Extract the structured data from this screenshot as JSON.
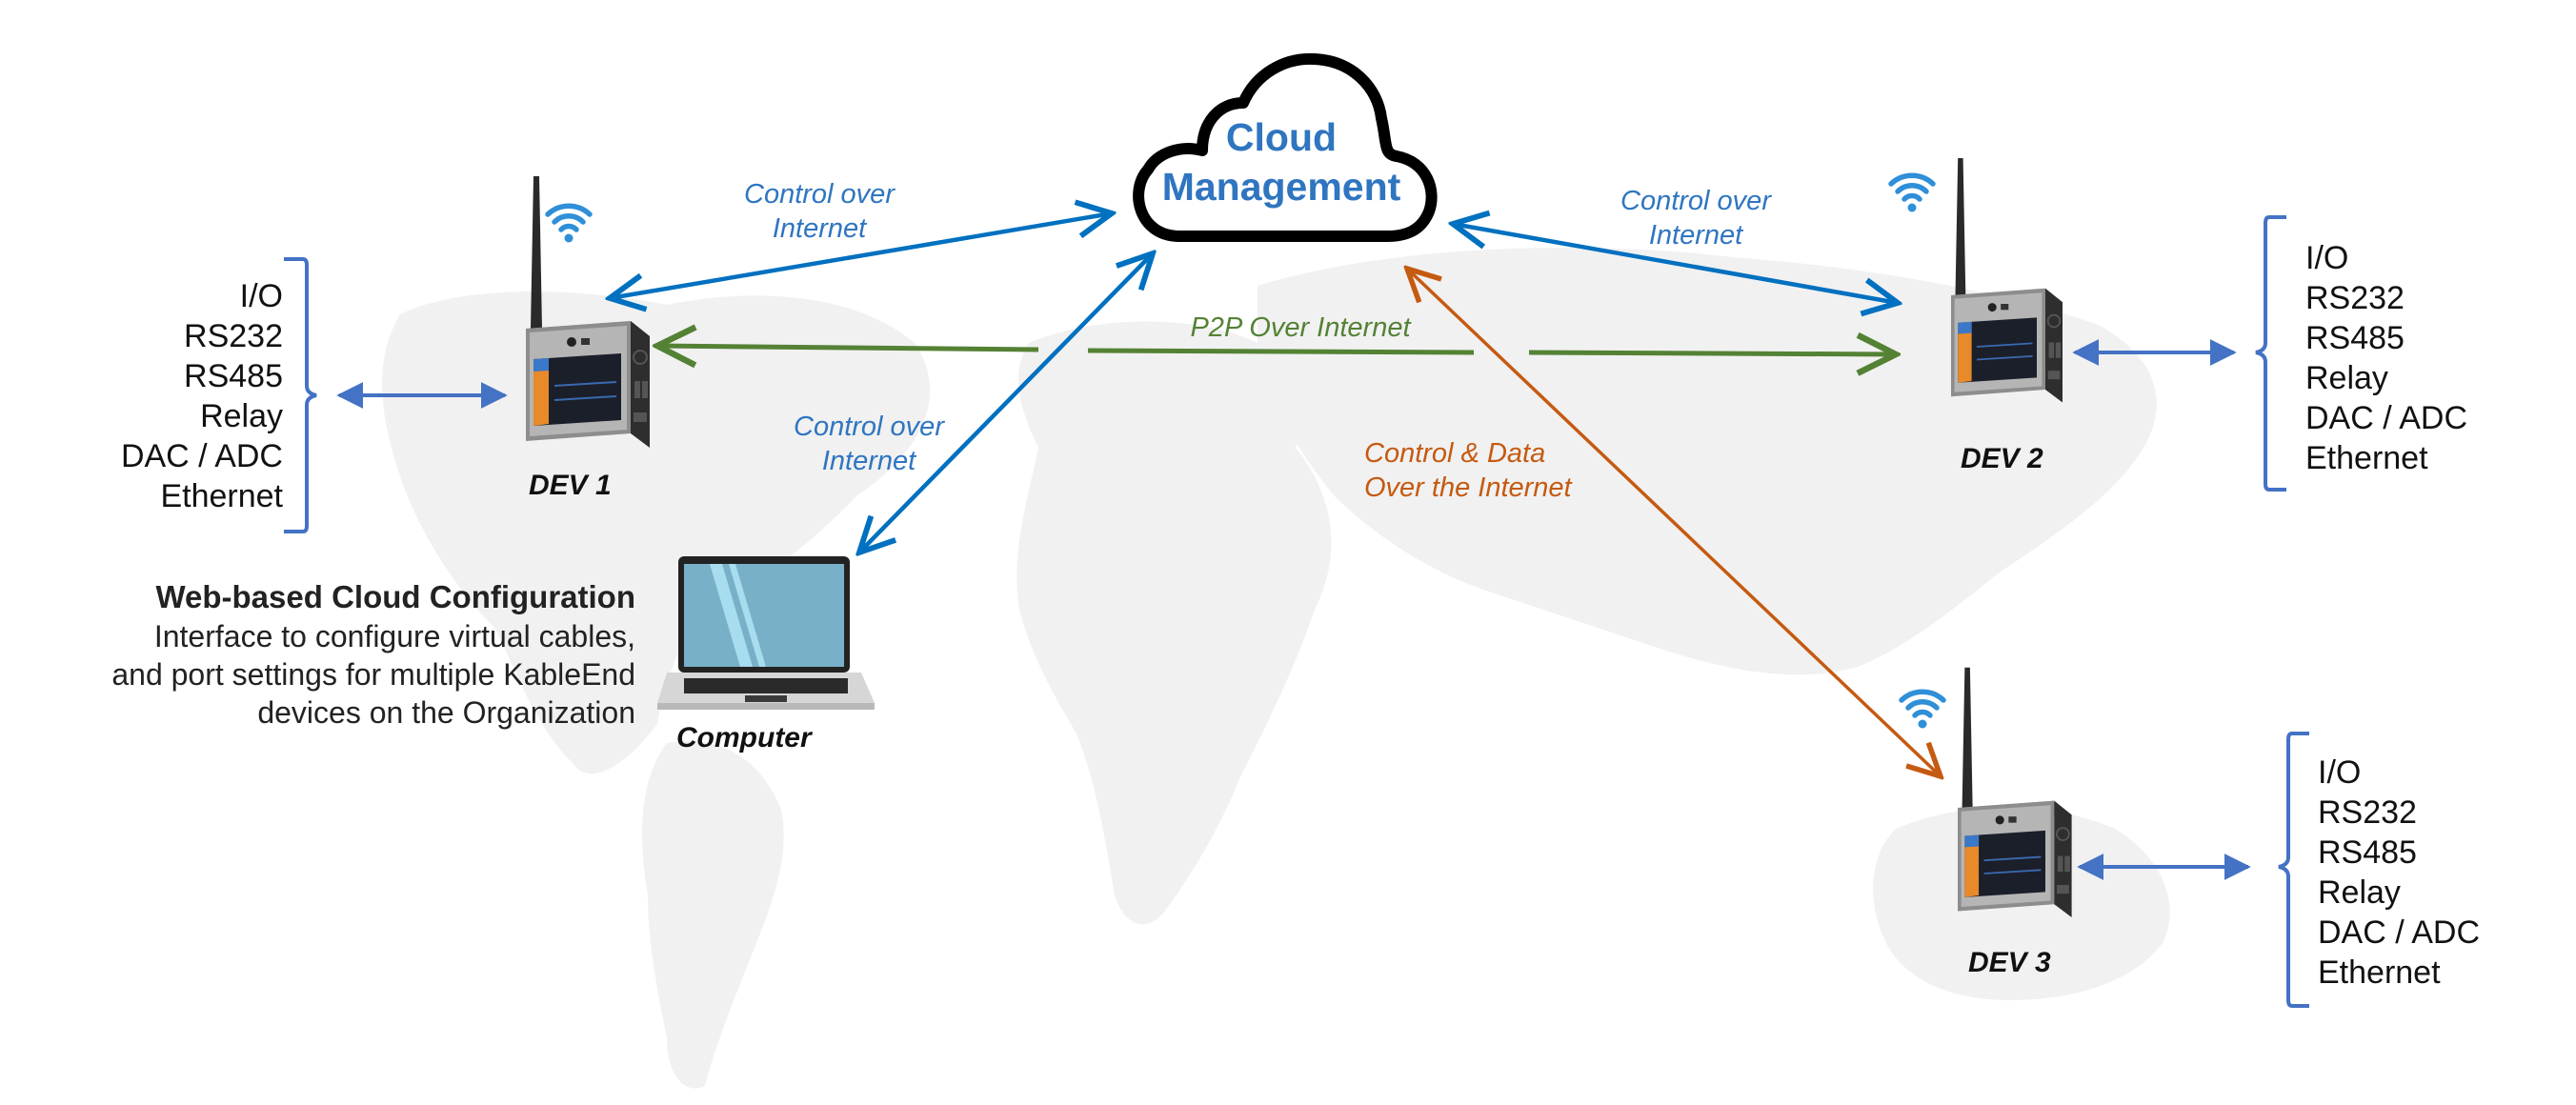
{
  "cloud": {
    "line1": "Cloud",
    "line2": "Management"
  },
  "links": {
    "dev1_cloud": {
      "line1": "Control over",
      "line2": "Internet",
      "color": "#0070c0"
    },
    "computer_cloud": {
      "line1": "Control over",
      "line2": "Internet",
      "color": "#0070c0"
    },
    "cloud_dev2": {
      "line1": "Control over",
      "line2": "Internet",
      "color": "#0070c0"
    },
    "p2p": {
      "label": "P2P Over Internet",
      "color": "#548235"
    },
    "cloud_dev3": {
      "line1": "Control & Data",
      "line2": "Over the Internet",
      "color": "#c55a11"
    }
  },
  "devices": [
    {
      "id": "dev1",
      "label": "DEV 1",
      "ports": [
        "I/O",
        "RS232",
        "RS485",
        "Relay",
        "DAC / ADC",
        "Ethernet"
      ]
    },
    {
      "id": "dev2",
      "label": "DEV 2",
      "ports": [
        "I/O",
        "RS232",
        "RS485",
        "Relay",
        "DAC / ADC",
        "Ethernet"
      ]
    },
    {
      "id": "dev3",
      "label": "DEV 3",
      "ports": [
        "I/O",
        "RS232",
        "RS485",
        "Relay",
        "DAC / ADC",
        "Ethernet"
      ]
    }
  ],
  "computer": {
    "label": "Computer"
  },
  "config": {
    "heading": "Web-based Cloud Configuration",
    "lines": [
      "Interface to configure virtual cables,",
      "and port settings for multiple KableEnd",
      "devices on the Organization"
    ]
  },
  "colors": {
    "control_blue": "#0070c0",
    "port_blue": "#4472c4",
    "p2p_green": "#548235",
    "data_orange": "#c55a11",
    "map_gray": "#f1f1f1"
  }
}
